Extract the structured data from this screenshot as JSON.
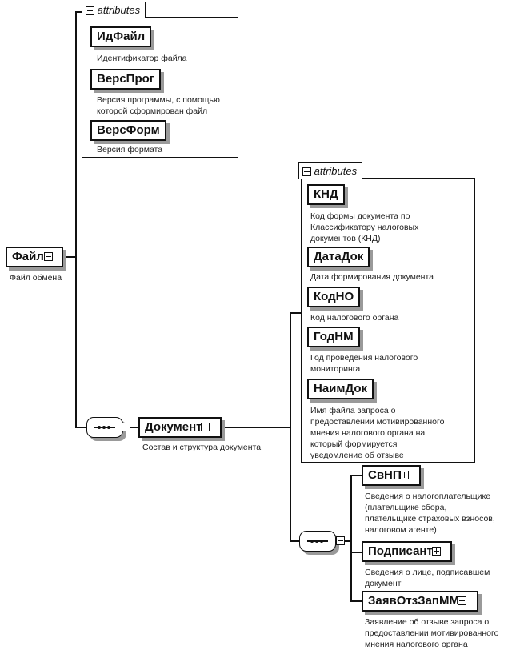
{
  "root": {
    "name": "Файл",
    "desc": "Файл обмена",
    "expander": "minus"
  },
  "root_attributes": {
    "title": "attributes",
    "items": [
      {
        "name": "ИдФайл",
        "desc": [
          "Идентификатор файла"
        ]
      },
      {
        "name": "ВерсПрог",
        "desc": [
          "Версия программы, с помощью",
          "которой сформирован файл"
        ]
      },
      {
        "name": "ВерсФорм",
        "desc": [
          "Версия формата"
        ]
      }
    ]
  },
  "document": {
    "name": "Документ",
    "desc": "Состав и структура документа",
    "expander": "minus"
  },
  "document_attributes": {
    "title": "attributes",
    "items": [
      {
        "name": "КНД",
        "desc": [
          "Код формы документа по",
          "Классификатору налоговых",
          "документов (КНД)"
        ]
      },
      {
        "name": "ДатаДок",
        "desc": [
          "Дата формирования документа"
        ]
      },
      {
        "name": "КодНО",
        "desc": [
          "Код налогового органа"
        ]
      },
      {
        "name": "ГодНМ",
        "desc": [
          "Год проведения налогового",
          "мониторинга"
        ]
      },
      {
        "name": "НаимДок",
        "desc": [
          "Имя файла запроса о",
          "предоставлении мотивированного",
          "мнения налогового органа на",
          "который формируется",
          "уведомление об отзыве"
        ]
      }
    ]
  },
  "children": [
    {
      "name": "СвНП",
      "expander": "plus",
      "desc": [
        "Сведения о налогоплательщике",
        "(плательщике сбора,",
        "плательщике страховых взносов,",
        "налоговом агенте)"
      ]
    },
    {
      "name": "Подписант",
      "expander": "plus",
      "desc": [
        "Сведения о лице, подписавшем",
        "документ"
      ]
    },
    {
      "name": "ЗаявОтзЗапММ",
      "expander": "plus",
      "desc": [
        "Заявление об отзыве запроса о",
        "предоставлении мотивированного",
        "мнения налогового органа"
      ]
    }
  ],
  "sequence_icon": "sequence-compositor-icon"
}
